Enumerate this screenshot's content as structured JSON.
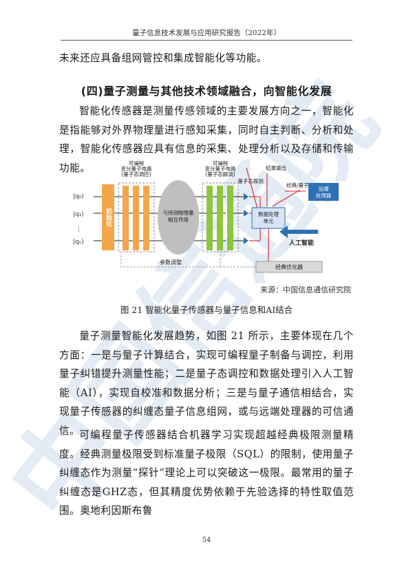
{
  "header": {
    "title": "量子信息技术发展与应用研究报告（2022年）"
  },
  "body": {
    "para_top": "未来还应具备组网管控和集成智能化等功能。",
    "section_heading": "(四)量子测量与其他技术领域融合，向智能化发展",
    "para_intro": "智能化传感器是测量传感领域的主要发展方向之一，智能化是指能够对外界物理量进行感知采集，同时自主判断、分析和处理，智能化传感器应具有信息的采集、处理分析以及存储和传输功能。",
    "para_trend": "量子测量智能化发展趋势，如图 21 所示，主要体现在几个方面：一是与量子计算结合，实现可编程量子制备与调控，利用量子纠错提升测量性能；二是量子态调控和数据处理引入人工智能（AI），实现自校准和数据分析；三是与量子通信相结合，实现量子传感器的纠缠态量子信息组网，或与远端处理器的可信通信。",
    "para_ml": "可编程量子传感器结合机器学习实现超越经典极限测量精度。经典测量极限受到标准量子极限（SQL）的限制，使用量子纠缠态作为测量“探针”理论上可以突破这一极限。最常用的量子纠缠态是GHZ态，但其精度优势依赖于先验选择的特性取值范围。奥地利因斯布鲁"
  },
  "figure": {
    "init_label": "初始化",
    "prog_circuit_left": "可编程变分量子电路（量子态调控）",
    "interaction": "与待测物理量相互作用",
    "prog_circuit_right": "可编程变分量子电路（量子态解调）",
    "quantum_detect": "量子态探测",
    "result_output": "结果输出",
    "channel": "经典/量子信道",
    "remote": "远端处理器",
    "data_unit": "数据处理单元",
    "ai": "人工智能",
    "optimizer": "经典优化器",
    "param": "参数调整",
    "qubits": [
      "|q₀⟩",
      "|q₁⟩",
      "⋮",
      "|qₙ⟩"
    ],
    "colors": {
      "orange": "#F5A54A",
      "green": "#8DC63F",
      "blue": "#2E6FB5",
      "gray_ellipse": "#BFBFBF",
      "box_blue": "#D6E4F5"
    }
  },
  "source": "来源：中国信息通信研究院",
  "caption": "图 21  智能化量子传感器与量子信息和AI结合",
  "page_number": "54",
  "watermark": {
    "text": "中国信通院"
  }
}
